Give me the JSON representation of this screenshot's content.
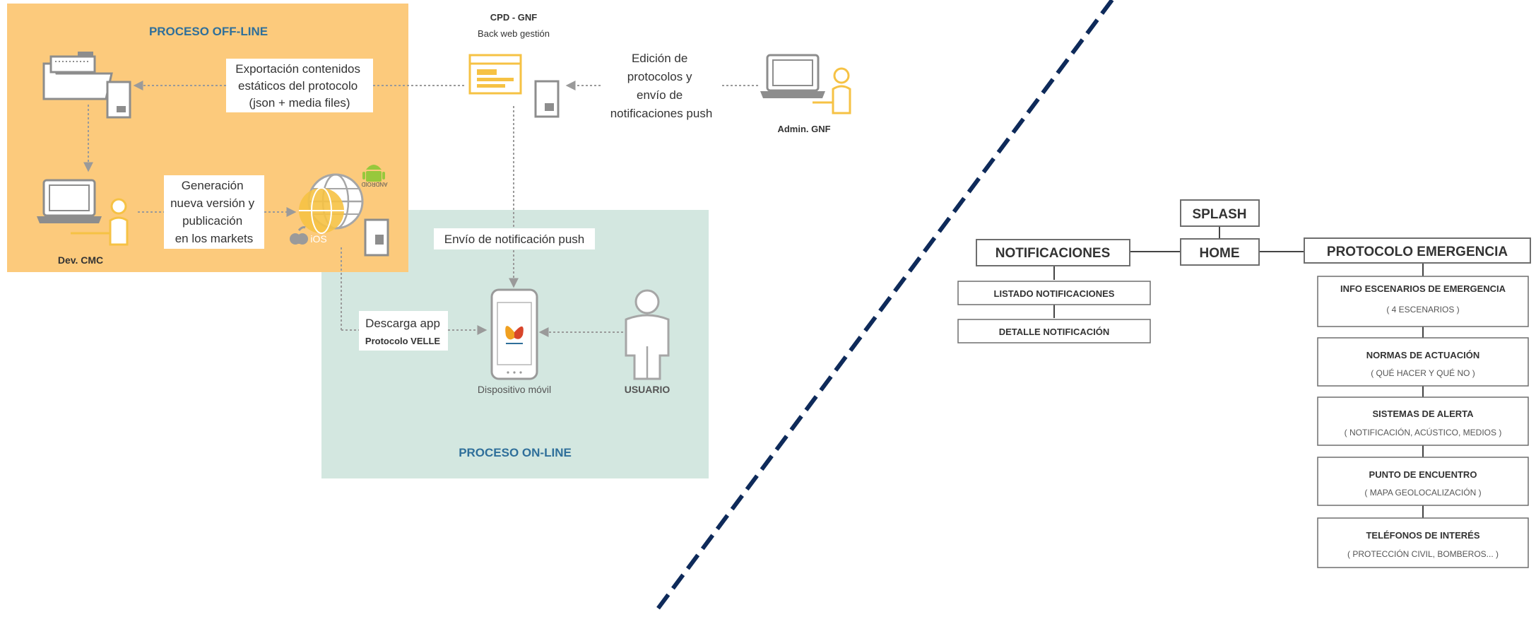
{
  "colors": {
    "offline_bg": "#fcca7c",
    "online_bg": "#d3e7e0",
    "title_blue": "#2f6f9a",
    "accent_yellow": "#f6c244",
    "android_green": "#97c83c",
    "dashed_line": "#0e2a5a",
    "box_border": "#6e6e6e",
    "text_dark": "#333333",
    "icon_gray": "#8d8d8d"
  },
  "offline": {
    "title": "PROCESO OFF-LINE",
    "export_label": [
      "Exportación contenidos",
      "estáticos del protocolo",
      "(json + media files)"
    ],
    "generation_label": [
      "Generación",
      "nueva versión y",
      "publicación",
      "en los markets"
    ],
    "dev_label": "Dev. CMC",
    "ios_label": "iOS",
    "android_label": "ANDROID"
  },
  "cpd": {
    "title": "CPD - GNF",
    "subtitle": "Back web gestión"
  },
  "edition_label": [
    "Edición de",
    "protocolos y",
    "envío de",
    "notificaciones push"
  ],
  "admin_label": "Admin. GNF",
  "online": {
    "title": "PROCESO ON-LINE",
    "push_label": "Envío de notificación push",
    "download_label": "Descarga app",
    "download_sub": "Protocolo VELLE",
    "device_label": "Dispositivo móvil",
    "user_label": "USUARIO"
  },
  "sitemap": {
    "splash": "SPLASH",
    "home": "HOME",
    "notificaciones": "NOTIFICACIONES",
    "notif_items": [
      "LISTADO NOTIFICACIONES",
      "DETALLE NOTIFICACIÓN"
    ],
    "protocolo": "PROTOCOLO EMERGENCIA",
    "protocol_items": [
      {
        "title": "INFO ESCENARIOS DE EMERGENCIA",
        "sub": "( 4 ESCENARIOS )"
      },
      {
        "title": "NORMAS DE ACTUACIÓN",
        "sub": "( QUÉ HACER Y QUÉ NO )"
      },
      {
        "title": "SISTEMAS DE ALERTA",
        "sub": "( NOTIFICACIÓN, ACÚSTICO, MEDIOS )"
      },
      {
        "title": "PUNTO DE ENCUENTRO",
        "sub": "( MAPA GEOLOCALIZACIÓN )"
      },
      {
        "title": "TELÉFONOS DE INTERÉS",
        "sub": "( PROTECCIÓN CIVIL, BOMBEROS... )"
      }
    ]
  }
}
